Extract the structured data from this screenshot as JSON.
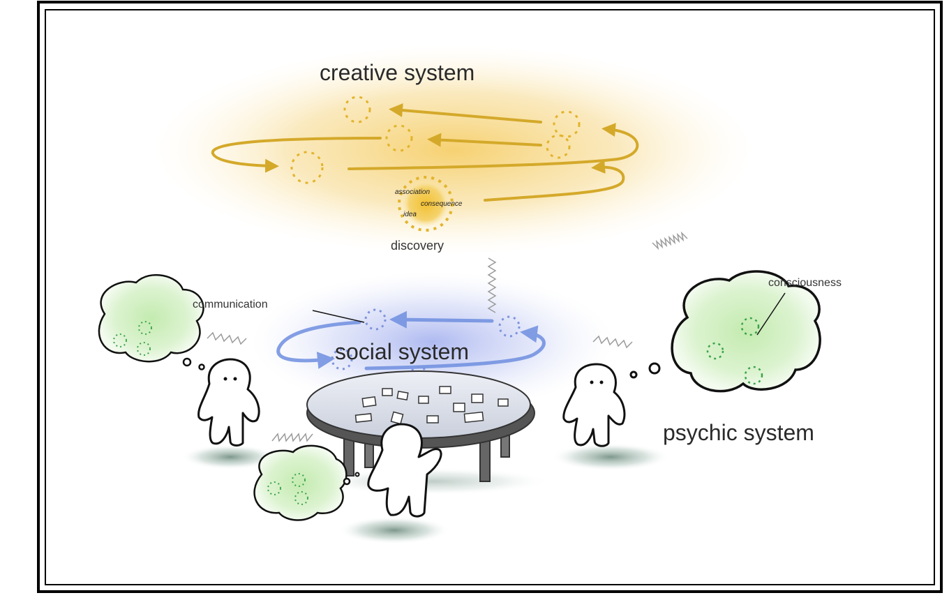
{
  "labels": {
    "creative_system": "creative system",
    "discovery": "discovery",
    "association": "association",
    "consequence": "consequence",
    "idea": "idea",
    "communication": "communication",
    "social_system": "social system",
    "consciousness": "consciousness",
    "psychic_system": "psychic system"
  },
  "colors": {
    "creative_glow": "#f7d98a",
    "creative_arrow": "#d4a92a",
    "social_glow": "#b9c3f2",
    "social_arrow": "#6f8fe0",
    "psychic_fill": "#c9ecb9",
    "psychic_dot": "#3aa34a",
    "ground_shadow": "#8aa89a"
  },
  "icons": [
    "person-icon",
    "thought-cloud-icon",
    "table-icon",
    "wavy-line-icon"
  ]
}
